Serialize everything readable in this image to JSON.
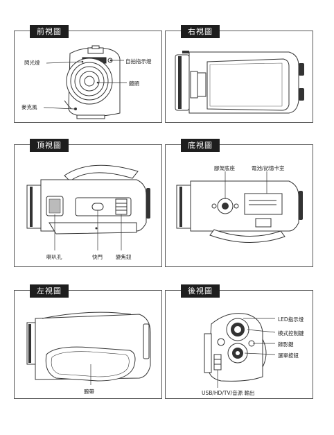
{
  "panels": {
    "front": {
      "title": "前視圖",
      "labels": {
        "flash": "閃光燈",
        "self_timer": "自拍指示燈",
        "lens": "鏡頭",
        "microphone": "麥克風"
      }
    },
    "right": {
      "title": "右視圖"
    },
    "top": {
      "title": "頂視圖",
      "labels": {
        "speaker": "喇叭孔",
        "shutter": "快門",
        "zoom": "變焦鈕"
      }
    },
    "bottom": {
      "title": "底視圖",
      "labels": {
        "tripod": "腳架底座",
        "battery": "電池/記憶卡室"
      }
    },
    "left": {
      "title": "左視圖",
      "labels": {
        "strap": "腕帶"
      }
    },
    "back": {
      "title": "後視圖",
      "labels": {
        "led": "LED指示燈",
        "mode": "模式控制鍵",
        "record": "錄影鍵",
        "select": "選單按鈕",
        "ports": "USB/HD/TV/音源 輸出"
      }
    }
  }
}
